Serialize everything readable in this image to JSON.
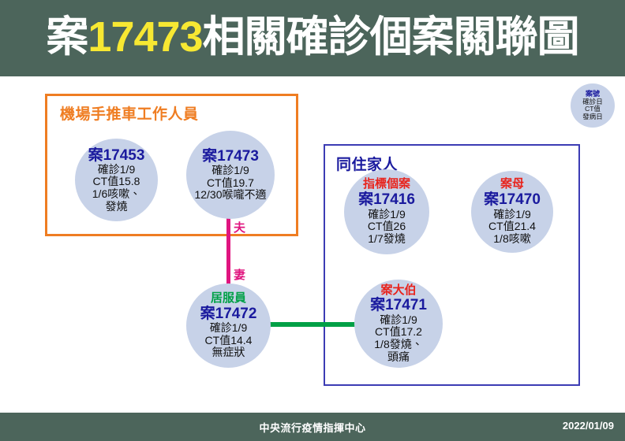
{
  "header": {
    "title_prefix": "案",
    "title_highlight": "17473",
    "title_suffix": "相關確診個案關聯圖",
    "highlight_color": "#f7e832",
    "background_color": "#4c655b"
  },
  "footer": {
    "organization": "中央流行疫情指揮中心",
    "date": "2022/01/09"
  },
  "legend": {
    "name": "案號",
    "rows": [
      "確診日",
      "CT值",
      "發病日"
    ]
  },
  "groups": [
    {
      "id": "airport",
      "label": "機場手推車工作人員",
      "border_color": "#ef7d22"
    },
    {
      "id": "family",
      "label": "同住家人",
      "border_color": "#3c3cb4"
    }
  ],
  "nodes": [
    {
      "id": "17453",
      "role": "",
      "role_color": "",
      "case_id": "案17453",
      "lines": [
        "確診1/9",
        "CT值15.8",
        "1/6咳嗽、",
        "發燒"
      ]
    },
    {
      "id": "17473",
      "role": "",
      "role_color": "",
      "case_id": "案17473",
      "lines": [
        "確診1/9",
        "CT值19.7",
        "12/30喉嚨不適"
      ]
    },
    {
      "id": "17416",
      "role": "指標個案",
      "role_color": "#e8231c",
      "case_id": "案17416",
      "lines": [
        "確診1/9",
        "CT值26",
        "1/7發燒"
      ]
    },
    {
      "id": "17470",
      "role": "案母",
      "role_color": "#e8231c",
      "case_id": "案17470",
      "lines": [
        "確診1/9",
        "CT值21.4",
        "1/8咳嗽"
      ]
    },
    {
      "id": "17472",
      "role": "居服員",
      "role_color": "#00a046",
      "case_id": "案17472",
      "lines": [
        "確診1/9",
        "CT值14.4",
        "無症狀"
      ]
    },
    {
      "id": "17471",
      "role": "案大伯",
      "role_color": "#e8231c",
      "case_id": "案17471",
      "lines": [
        "確診1/9",
        "CT值17.2",
        "1/8發燒、",
        "頭痛"
      ]
    }
  ],
  "connectors": {
    "spouse_color": "#e0157f",
    "spouse_label_top": "夫",
    "spouse_label_bottom": "妻",
    "care_link_color": "#00a046"
  }
}
